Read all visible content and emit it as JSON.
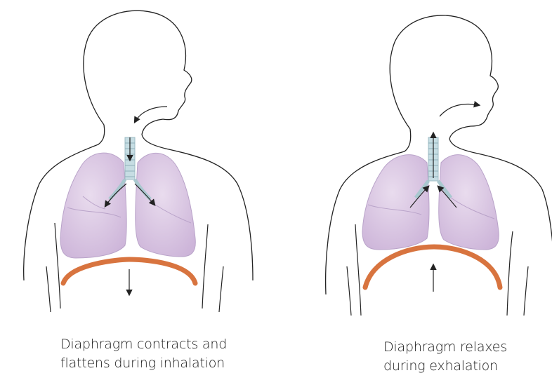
{
  "panels": [
    {
      "caption_line1": "Diaphragm contracts and",
      "caption_line2": "flattens during inhalation",
      "diaphragm_state": "contracted-flat",
      "airflow": "in"
    },
    {
      "caption_line1": "Diaphragm relaxes",
      "caption_line2": "during exhalation",
      "diaphragm_state": "relaxed-domed",
      "airflow": "out"
    }
  ],
  "colors": {
    "outline": "#222222",
    "lung_fill": "#d9c6e2",
    "lung_stroke": "#b9a3c9",
    "trachea": "#c6dde3",
    "diaphragm": "#d8743f"
  }
}
